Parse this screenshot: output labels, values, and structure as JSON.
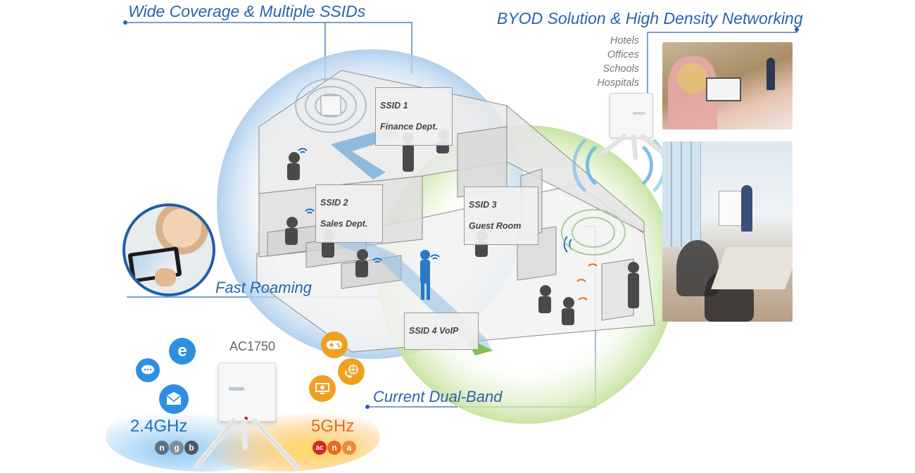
{
  "headlines": {
    "wide_coverage": "Wide Coverage & Multiple SSIDs",
    "byod": "BYOD Solution & High Density Networking",
    "fast_roaming": "Fast Roaming",
    "dual_band": "Current Dual-Band"
  },
  "ssids": [
    {
      "line1": "SSID 1",
      "line2": "Finance Dept."
    },
    {
      "line1": "SSID 2",
      "line2": "Sales Dept."
    },
    {
      "line1": "SSID 3",
      "line2": "Guest Room"
    },
    {
      "line1": "SSID 4  VoIP",
      "line2": ""
    }
  ],
  "markets": [
    "Hotels",
    "Offices",
    "Schools",
    "Hospitals"
  ],
  "product": {
    "model": "AC1750",
    "band_24": "2.4GHz",
    "band_5": "5GHz",
    "std_24": [
      "n",
      "g",
      "b"
    ],
    "std_5": [
      "ac",
      "n",
      "a"
    ]
  },
  "colors": {
    "headline": "#2a63b0",
    "blue_sphere": "#bcd8ef",
    "green_sphere": "#d5eab4",
    "band_24": "#1f6fc0",
    "band_5": "#e46b1e"
  }
}
